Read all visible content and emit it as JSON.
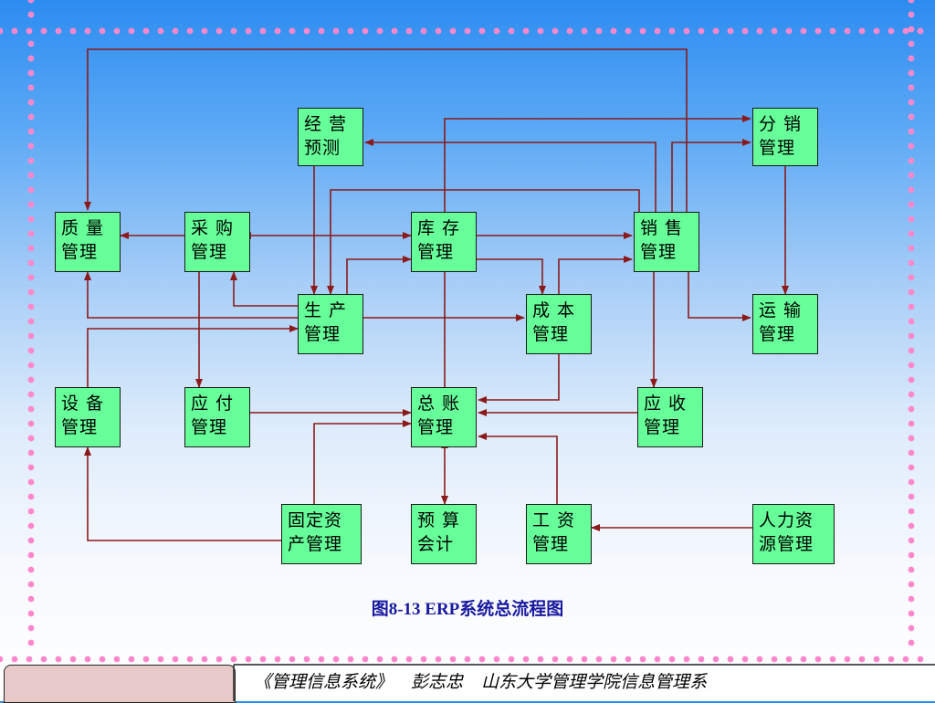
{
  "nodes": {
    "jingying": [
      "经 营",
      "预测"
    ],
    "fenxiao": [
      "分 销",
      "管理"
    ],
    "zhiliang": [
      "质 量",
      "管理"
    ],
    "caigou": [
      "采 购",
      "管理"
    ],
    "kucun": [
      "库 存",
      "管理"
    ],
    "xiaoshou": [
      "销 售",
      "管理"
    ],
    "shengchan": [
      "生 产",
      "管理"
    ],
    "chengben": [
      "成 本",
      "管理"
    ],
    "yunshu": [
      "运 输",
      "管理"
    ],
    "shebei": [
      "设 备",
      "管理"
    ],
    "yingfu": [
      "应 付",
      "管理"
    ],
    "zongzhang": [
      "总 账",
      "管理"
    ],
    "yingshou": [
      "应 收",
      "管理"
    ],
    "guding": [
      "固定资",
      "产管理"
    ],
    "yusuan": [
      "预 算",
      "会计"
    ],
    "gongzi": [
      "工 资",
      "管理"
    ],
    "renli": [
      "人力资",
      "源管理"
    ]
  },
  "caption": "图8-13  ERP系统总流程图",
  "footer": "《管理信息系统》 彭志忠 山东大学管理学院信息管理系",
  "colors": {
    "node_fill": "#66ff99",
    "arrow": "#8b1a1a",
    "dots": "#ff88cc",
    "caption": "#1a1aa0"
  }
}
